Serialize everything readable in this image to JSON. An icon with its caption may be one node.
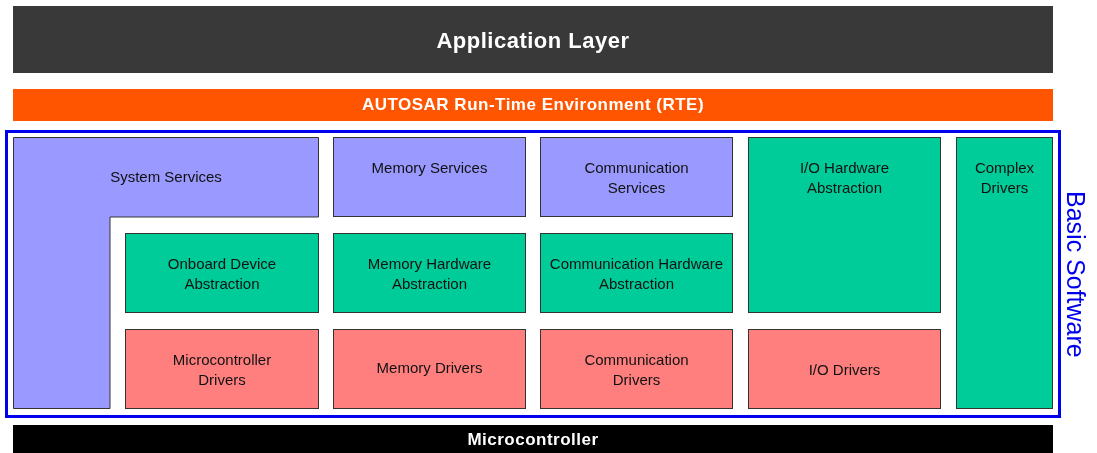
{
  "diagram": {
    "nodes": [
      {
        "text": [
          "Application Layer"
        ]
      },
      {
        "text": [
          "AUTOSAR Run-Time Environment (RTE)"
        ]
      },
      {
        "text": [
          "Basic Software"
        ]
      },
      {
        "text": [
          "System Services"
        ],
        "in": 2
      },
      {
        "text": [
          "Memory Services"
        ],
        "in": 2
      },
      {
        "text": [
          "Communication Services"
        ],
        "in": 2
      },
      {
        "text": [
          "I/O Hardware Abstraction"
        ],
        "in": 2
      },
      {
        "text": [
          "Complex Drivers"
        ],
        "in": 2
      },
      {
        "text": [
          "Onboard Device Abstraction"
        ],
        "in": 2
      },
      {
        "text": [
          "Memory Hardware Abstraction"
        ],
        "in": 2
      },
      {
        "text": [
          "Communication Hardware Abstraction"
        ],
        "in": 2
      },
      {
        "text": [
          "Microcontroller Drivers"
        ],
        "in": 2
      },
      {
        "text": [
          "Memory Drivers"
        ],
        "in": 2
      },
      {
        "text": [
          "Communication Drivers"
        ],
        "in": 2
      },
      {
        "text": [
          "I/O Drivers"
        ],
        "in": 2
      },
      {
        "text": [
          "Microcontroller"
        ]
      }
    ]
  }
}
